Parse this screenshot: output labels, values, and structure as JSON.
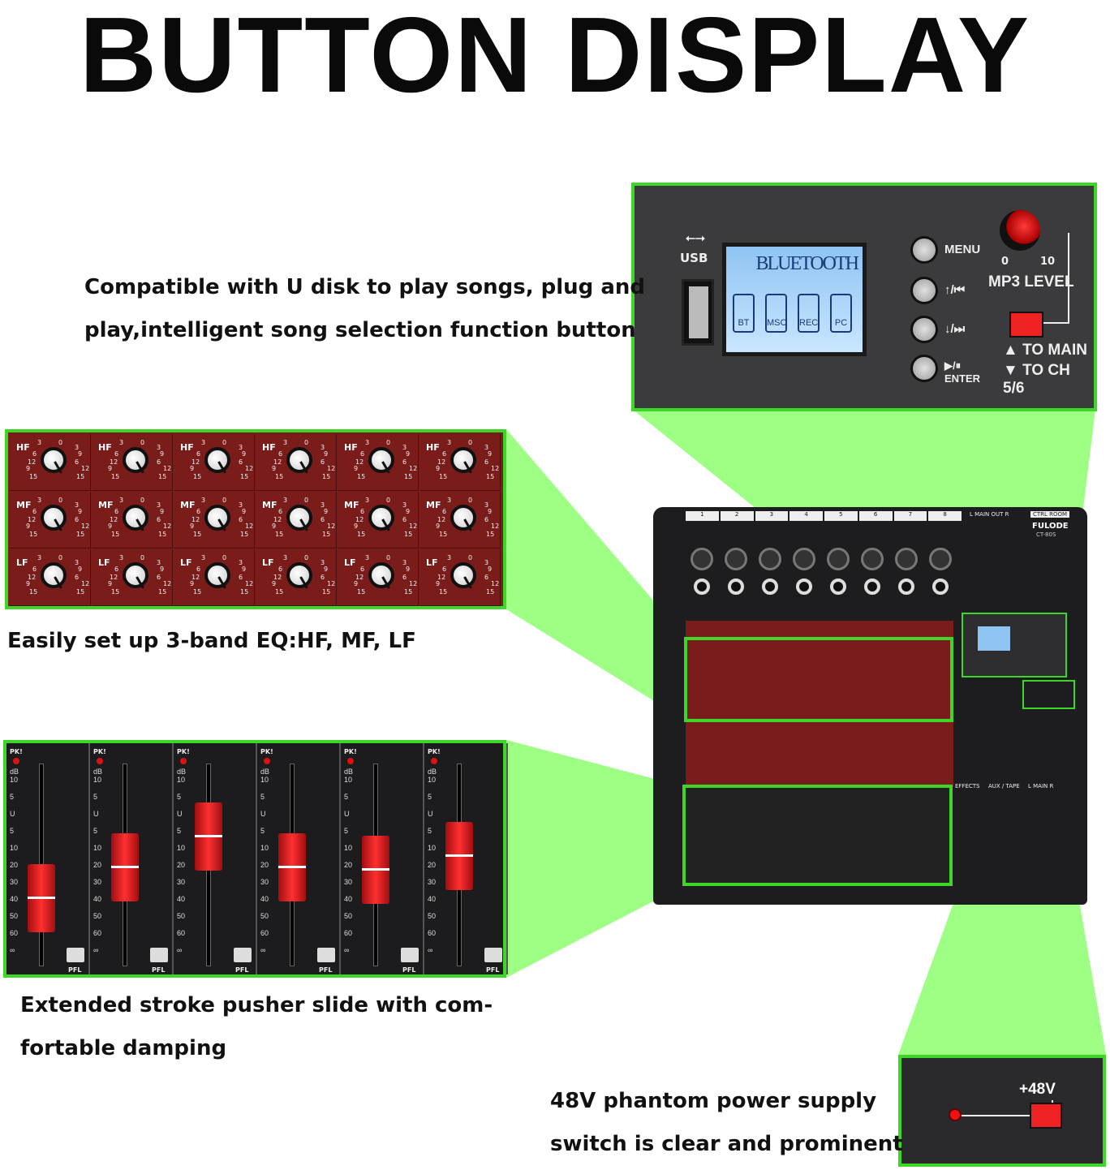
{
  "title": "BUTTON DISPLAY",
  "captions": {
    "usb_line1": "Compatible with U disk to play songs, plug and",
    "usb_line2": "play,intelligent song selection function button",
    "eq": "Easily set up 3-band EQ:HF, MF, LF",
    "fader_line1": "Extended stroke pusher slide with com-",
    "fader_line2": "fortable damping",
    "phantom_line1": "48V phantom power supply",
    "phantom_line2": "switch is clear and prominent"
  },
  "usb_panel": {
    "usb_label": "USB",
    "lcd_title": "BLUETOOTH",
    "lcd_modes": [
      "BT",
      "MSC",
      "REC",
      "PC"
    ],
    "buttons": [
      "MENU",
      "↑/⏮",
      "↓/⏭",
      "▶/⏸ ENTER"
    ],
    "knob_label": "MP3 LEVEL",
    "knob_min": "0",
    "knob_max": "10",
    "route_up": "▲ TO MAIN",
    "route_down": "▼ TO CH 5/6"
  },
  "eq_panel": {
    "bands": [
      "HF",
      "MF",
      "LF"
    ],
    "channels": 6,
    "scale": [
      "3",
      "0",
      "3",
      "6",
      "9",
      "12",
      "15",
      "15",
      "12",
      "9",
      "6"
    ]
  },
  "fader_panel": {
    "pk_label": "PK!",
    "db_label": "dB",
    "pfl_label": "PFL",
    "scale": [
      "10",
      "5",
      "U",
      "5",
      "10",
      "20",
      "30",
      "40",
      "50",
      "60",
      "∞"
    ],
    "levels": [
      0.35,
      0.55,
      0.75,
      0.55,
      0.53,
      0.62
    ]
  },
  "mixer": {
    "brand": "FULODE",
    "model": "CT-80S",
    "channels": [
      "1",
      "2",
      "3",
      "4",
      "5",
      "6",
      "7",
      "8"
    ],
    "main_out": "L MAIN OUT R",
    "ctrl_room": "CTRL ROOM",
    "effects": "EFFECTS",
    "aux_tape": "AUX / TAPE",
    "main": "L MAIN R"
  },
  "phantom": {
    "label": "+48V"
  },
  "colors": {
    "highlight": "#3fd62a",
    "beam": "#7cff5a",
    "panel_red": "#7a1c1a",
    "fader_red": "#e21e1e"
  }
}
